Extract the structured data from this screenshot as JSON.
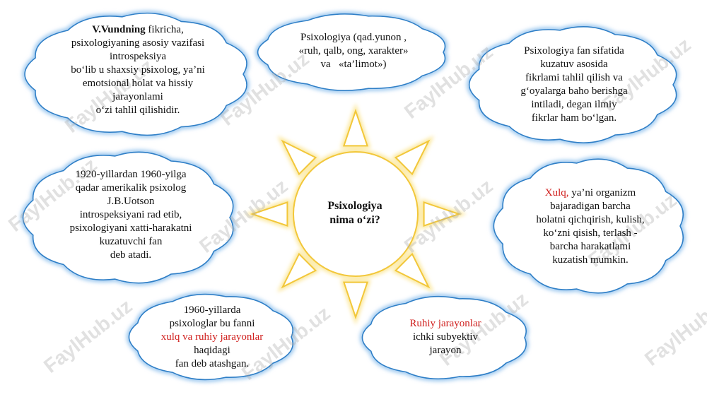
{
  "center": {
    "line1": "Psixologiya",
    "line2": "nima o‘zi?"
  },
  "watermark": "FaylHub.uz",
  "colors": {
    "cloud_fill": "#ffffff",
    "cloud_stroke": "#2f7fc7",
    "cloud_glow": "#9cc8ef",
    "sun_stroke": "#f2c73a",
    "sun_glow": "#fbe79a",
    "highlight_red": "#d0201e"
  },
  "clouds": {
    "top_left": {
      "l1_bold": "V.Vundning",
      "l1_rest": " fikricha,",
      "l2": "psixologiyaning asosiy vazifasi",
      "l3": "introspeksiya",
      "l4": "bo‘lib u shaxsiy psixolog, ya’ni",
      "l5": "emotsional holat va hissiy",
      "l6": "jarayonlami",
      "l7": "o‘zi tahlil qilishidir."
    },
    "top_center": {
      "l1": "Psixologiya (qad.yunon ,",
      "l2": "«ruh, qalb, ong, xarakter»",
      "l3": "va   «ta’limot»)"
    },
    "top_right": {
      "l1": "Psixologiya fan sifatida",
      "l2": "kuzatuv asosida",
      "l3": "fikrlami tahlil qilish va",
      "l4": "g‘oyalarga baho berishga",
      "l5": "intiladi, degan ilmiy",
      "l6": "fikrlar ham bo‘lgan."
    },
    "mid_left": {
      "l1": "1920-yillardan 1960-yilga",
      "l2": "qadar amerikalik psixolog",
      "l3": "J.B.Uotson",
      "l4": "introspeksiyani rad etib,",
      "l5": "psixologiyani xatti-harakatni",
      "l6": "kuzatuvchi fan",
      "l7": "deb atadi."
    },
    "mid_right": {
      "l1_red": "Xulq,",
      "l1_rest": " ya’ni organizm",
      "l2": "bajaradigan barcha",
      "l3": "holatni qichqirish, kulish,",
      "l4": "ko‘zni qisish, terlash -",
      "l5": "barcha harakatlami",
      "l6": "kuzatish mumkin."
    },
    "bottom_left": {
      "l1": "1960-yillarda",
      "l2": "psixologlar bu fanni",
      "l3_red": "xulq va ruhiy jarayonlar",
      "l4": "haqidagi",
      "l5": "fan deb atashgan."
    },
    "bottom_right": {
      "l1_red": "Ruhiy jarayonlar",
      "l2": "ichki subyektiv",
      "l3": "jarayon"
    }
  }
}
